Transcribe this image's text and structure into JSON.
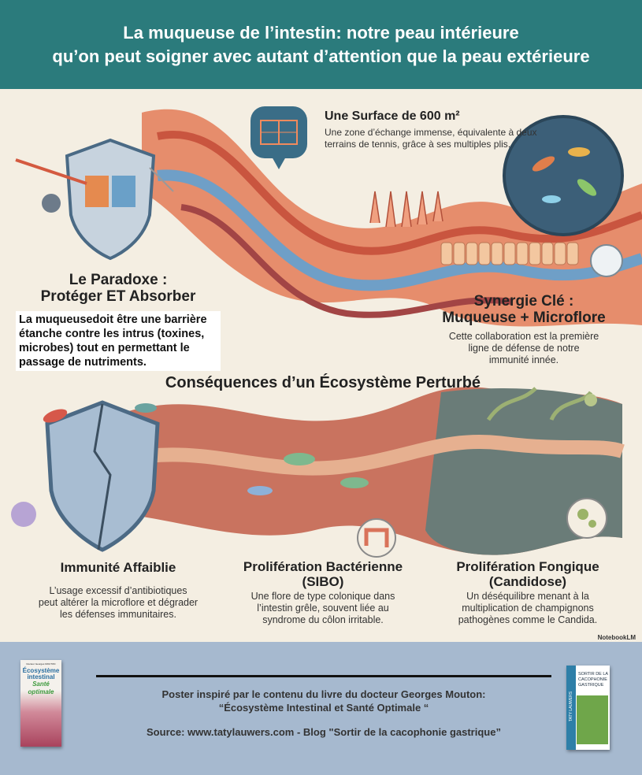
{
  "header": {
    "title_line1": "La muqueuse de l’intestin: notre peau intérieure",
    "title_line2": "qu’on peut soigner avec autant d’attention que la peau extérieure"
  },
  "surface": {
    "title": "Une Surface de 600 m²",
    "desc_line1": "Une zone d’échange immense, équivalente à deux",
    "desc_line2": "terrains de tennis, grâce à ses multiples plis.",
    "icon": "tennis-court-icon"
  },
  "paradoxe": {
    "title_line1": "Le Paradoxe :",
    "title_line2": "Protéger ET Absorber",
    "desc_line1": "La muqueusedoit être une barrière",
    "desc_line2": "étanche contre les intrus (toxines,",
    "desc_line3": "microbes) tout en permettant le",
    "desc_line4": "passage de nutriments."
  },
  "synergie": {
    "title_line1": "Synergie Clé :",
    "title_line2": "Muqueuse + Microflore",
    "desc_line1": "Cette collaboration est la première",
    "desc_line2": "ligne de défense de notre",
    "desc_line3": "immunité innée."
  },
  "consequences": {
    "title": "Conséquences d’un Écosystème Perturbé",
    "items": [
      {
        "title_line1": "Immunité Affaiblie",
        "title_line2": "",
        "desc_line1": "L’usage excessif d’antibiotiques",
        "desc_line2": "peut altérer la microflore et dégrader",
        "desc_line3": "les défenses immunitaires."
      },
      {
        "title_line1": "Prolifération Bactérienne",
        "title_line2": "(SIBO)",
        "desc_line1": "Une flore de type colonique dans",
        "desc_line2": "l’intestin grêle, souvent liée au",
        "desc_line3": "syndrome du côlon irritable."
      },
      {
        "title_line1": "Prolifération Fongique",
        "title_line2": "(Candidose)",
        "desc_line1": "Un déséquilibre menant à la",
        "desc_line2": "multiplication de champignons",
        "desc_line3": "pathogènes comme le Candida."
      }
    ]
  },
  "watermark": "NotebookLM",
  "footer": {
    "line1": "Poster inspiré par le contenu du livre du docteur Georges Mouton:",
    "line2": "“Écosystème Intestinal et Santé Optimale “",
    "line3": "Source: www.tatylauwers.com - Blog \"Sortir de la cacophonie gastrique”",
    "book_left": {
      "author": "Docteur Georges MOUTON",
      "title_line1": "Écosystème",
      "title_line2": "intestinal",
      "title_line3": "Santé optimale"
    },
    "book_right": {
      "author": "TATY LAUWERS",
      "title_line1": "SORTIR DE LA",
      "title_line2": "CACOPHONIE",
      "title_line3": "GASTRIQUE"
    }
  },
  "colors": {
    "header": "#2b7b7c",
    "background": "#f4eee2",
    "footer": "#a6b9cf"
  }
}
